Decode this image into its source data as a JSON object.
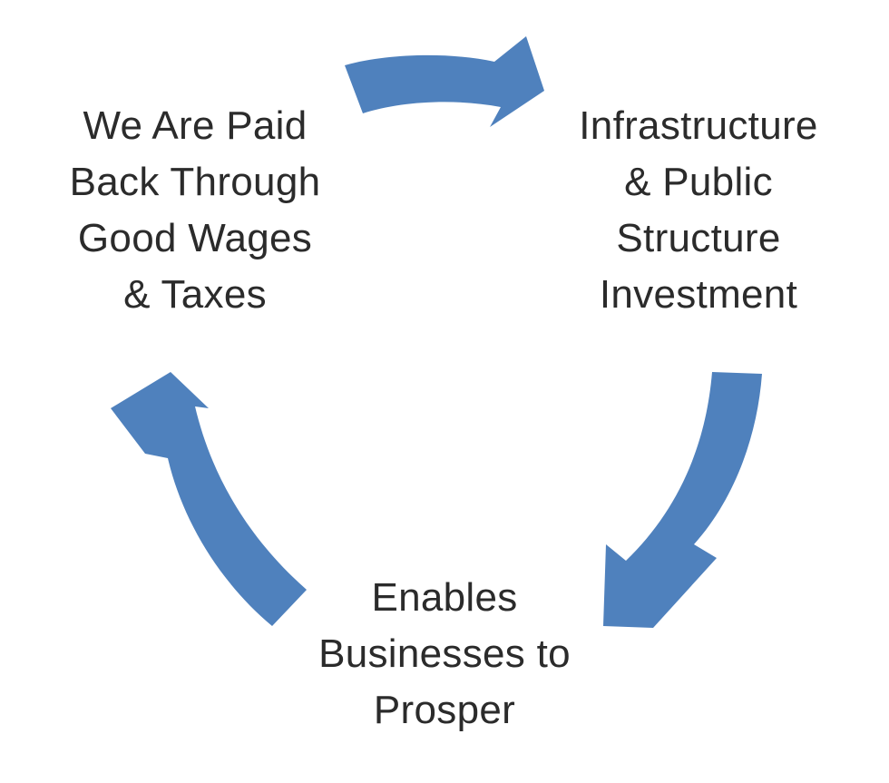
{
  "diagram": {
    "type": "cycle",
    "arrow_color": "#4f81bd",
    "text_color": "#2b2b2b",
    "nodes": [
      {
        "id": "paid-back",
        "lines": [
          "We Are Paid",
          "Back Through",
          "Good Wages",
          "& Taxes"
        ]
      },
      {
        "id": "infrastructure",
        "lines": [
          "Infrastructure",
          "& Public",
          "Structure",
          "Investment"
        ]
      },
      {
        "id": "businesses",
        "lines": [
          "Enables",
          "Businesses to",
          "Prosper"
        ]
      }
    ],
    "edges": [
      {
        "from": "paid-back",
        "to": "infrastructure"
      },
      {
        "from": "infrastructure",
        "to": "businesses"
      },
      {
        "from": "businesses",
        "to": "paid-back"
      }
    ]
  }
}
